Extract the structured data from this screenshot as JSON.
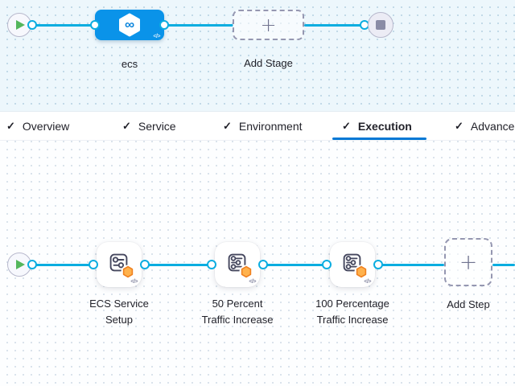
{
  "colors": {
    "accent_blue": "#0278d5",
    "connector_line_blue": "#0bade0",
    "stage_node_blue": "#0a93e9",
    "play_green": "#54b65c",
    "badge_orange": "#f0801f",
    "text_dark": "#22222a"
  },
  "stage_pipeline": {
    "stage": {
      "label": "ecs",
      "infinity_glyph": "∞",
      "code_glyph": "</>"
    },
    "add_stage": {
      "label": "Add Stage",
      "plus_glyph": "+"
    }
  },
  "tabs": {
    "check_glyph": "✓",
    "items": [
      {
        "label": "Overview",
        "checked": true,
        "active": false
      },
      {
        "label": "Service",
        "checked": true,
        "active": false
      },
      {
        "label": "Environment",
        "checked": true,
        "active": false
      },
      {
        "label": "Execution",
        "checked": true,
        "active": true
      },
      {
        "label": "Advanced",
        "checked": true,
        "active": false
      }
    ]
  },
  "execution": {
    "steps": [
      {
        "line1": "ECS Service",
        "line2": "Setup",
        "code_glyph": "</>"
      },
      {
        "line1": "50 Percent",
        "line2": "Traffic Increase",
        "code_glyph": "</>"
      },
      {
        "line1": "100 Percentage",
        "line2": "Traffic Increase",
        "code_glyph": "</>"
      }
    ],
    "add_step": {
      "label": "Add Step",
      "plus_glyph": "+"
    }
  }
}
